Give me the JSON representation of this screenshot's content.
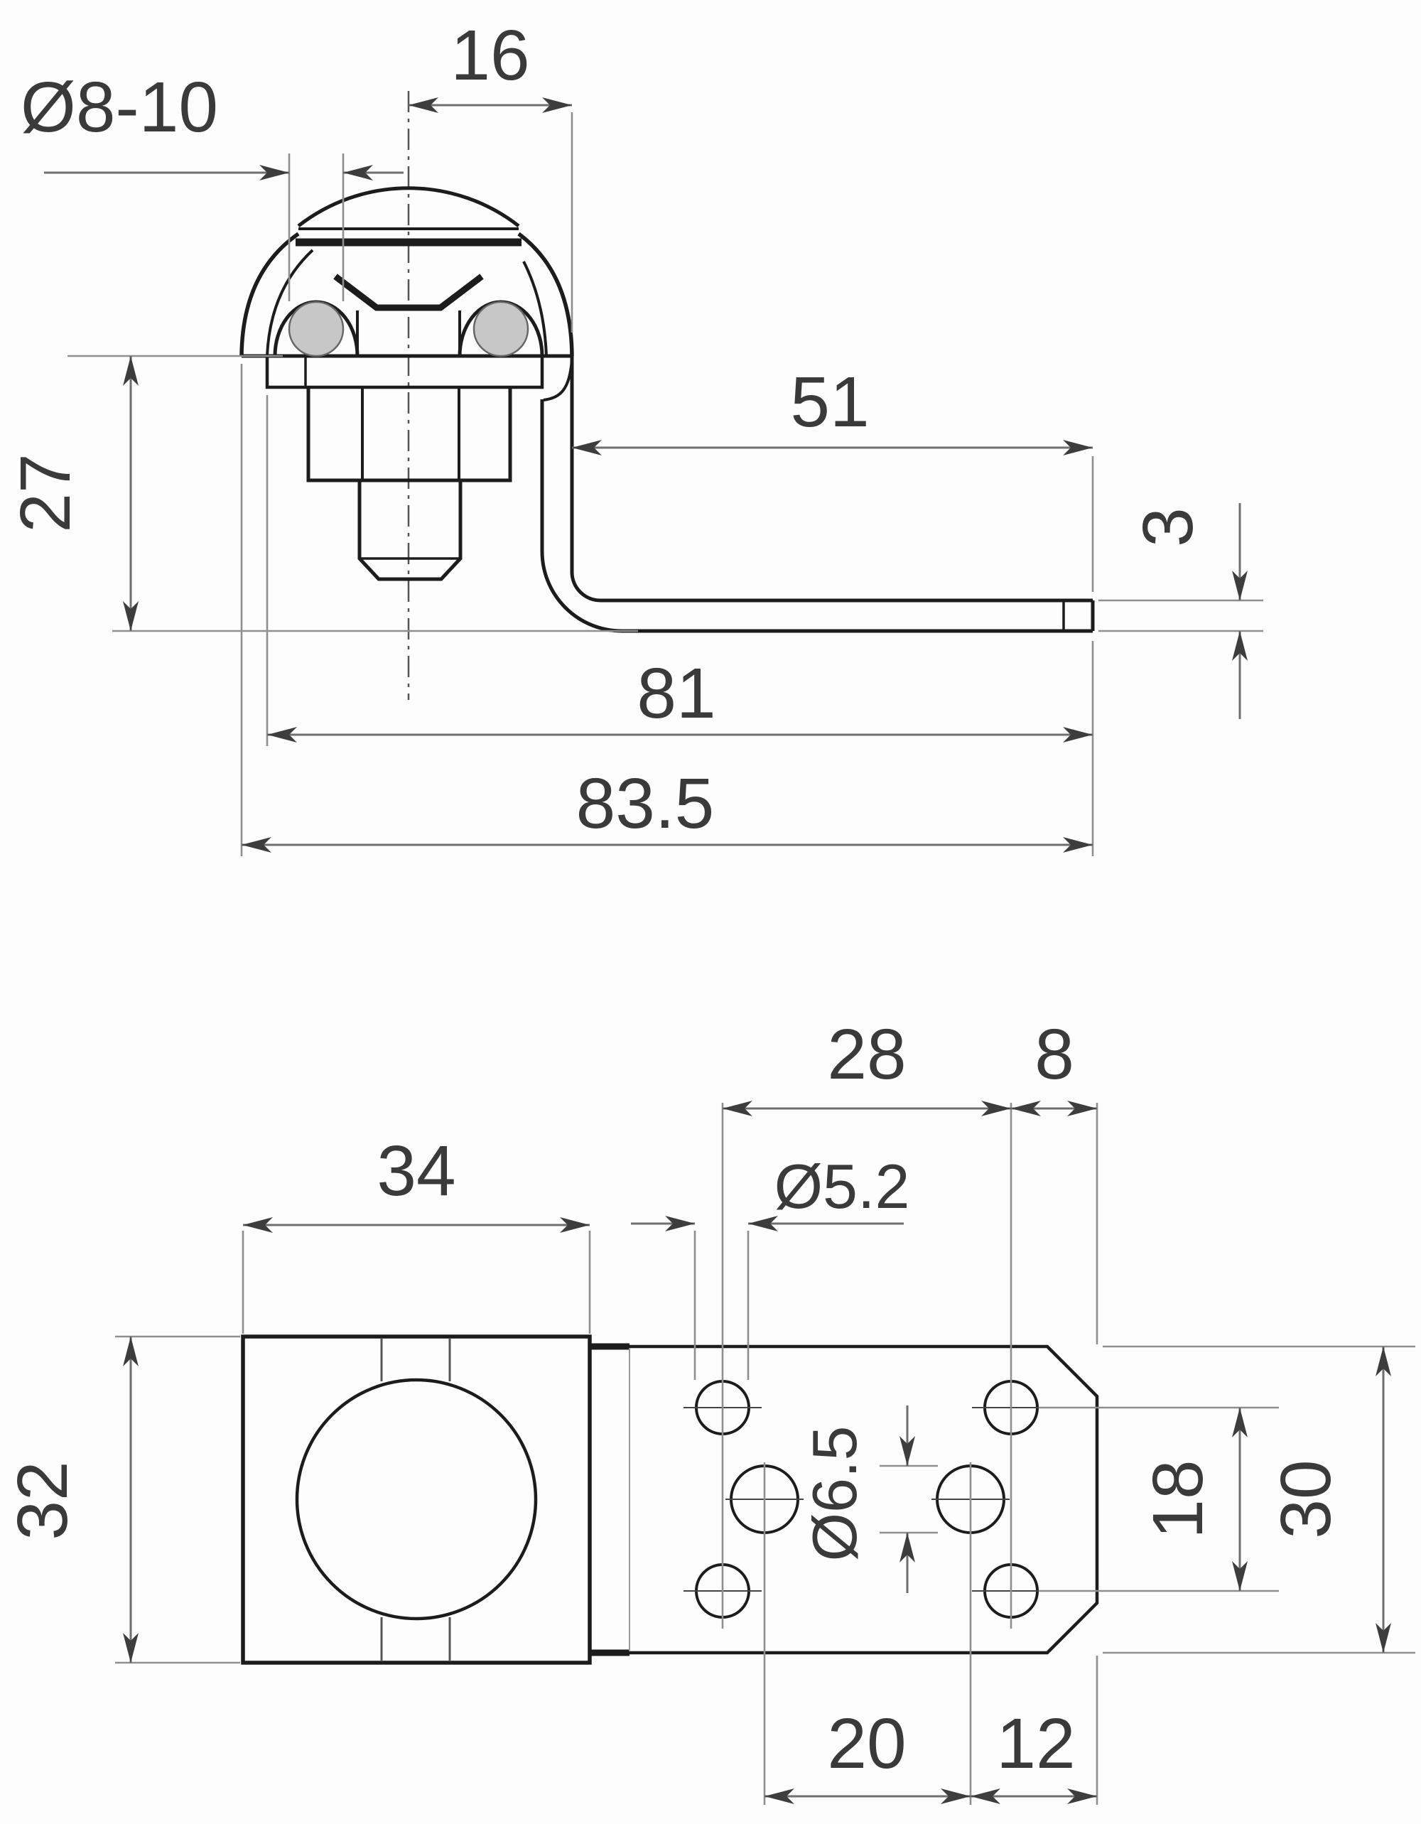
{
  "drawing_type": "technical drawing, two orthographic views of a conductor clamp with flat connection bar",
  "colors": {
    "background": "#fdfdfd",
    "part_outline": "#1c1c1c",
    "dimension_line": "#6e6e6e",
    "extension_line": "#8f8f8f",
    "arrowhead": "#3d3d3d",
    "text": "#3a3a3a",
    "conductor_fill": "#c7c7c7"
  },
  "side_view": {
    "name": "side elevation",
    "dims": {
      "conductor_diameter": "Ø8-10",
      "head_offset": "16",
      "height": "27",
      "arm_length": "51",
      "material_thickness": "3",
      "length_to_plate": "81",
      "overall_length": "83.5"
    }
  },
  "bottom_view": {
    "name": "bottom plan view",
    "dims": {
      "hole_pitch_28": "28",
      "end_margin_8": "8",
      "body_width_34": "34",
      "hole_dia_small": "Ø5.2",
      "body_depth_32": "32",
      "hole_dia_large": "Ø6.5",
      "row_pitch_18": "18",
      "bar_width_30": "30",
      "col_pitch_20": "20",
      "col_pitch_12": "12"
    }
  }
}
